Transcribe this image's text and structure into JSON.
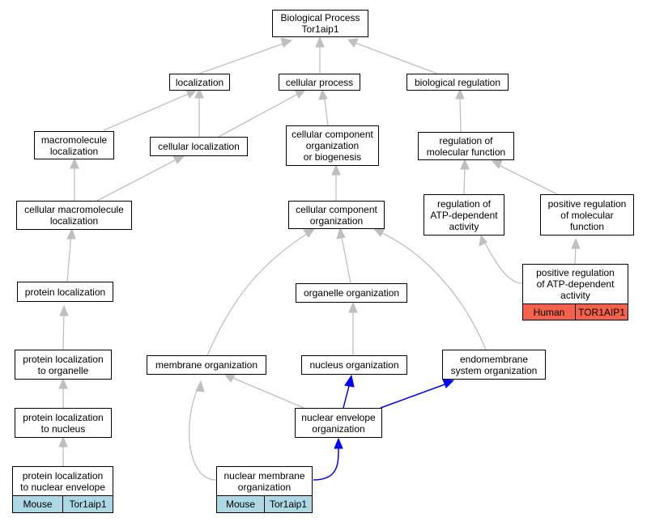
{
  "colors": {
    "gray_edge": "#bfbfbf",
    "blue_edge": "#0000ff",
    "mouse": "#add8e6",
    "human": "#f4624a"
  },
  "nodes": {
    "root": "Biological Process\nTor1aip1",
    "localization": "localization",
    "cellular_process": "cellular process",
    "biological_regulation": "biological regulation",
    "macromolecule_localization": "macromolecule\nlocalization",
    "cellular_localization": "cellular localization",
    "ccob": "cellular component\norganization\nor biogenesis",
    "reg_mol_func": "regulation of\nmolecular function",
    "cell_macromol_loc": "cellular macromolecule\nlocalization",
    "cc_org": "cellular component\norganization",
    "reg_atp": "regulation of\nATP-dependent\nactivity",
    "pos_reg_mol_func": "positive regulation\nof molecular\nfunction",
    "protein_loc": "protein localization",
    "organelle_org": "organelle organization",
    "pos_reg_atp": "positive regulation\nof ATP-dependent\nactivity",
    "prot_loc_organelle": "protein localization\nto organelle",
    "membrane_org": "membrane organization",
    "nucleus_org": "nucleus organization",
    "endomembrane_org": "endomembrane\nsystem organization",
    "prot_loc_nucleus": "protein localization\nto nucleus",
    "nuclear_env_org": "nuclear envelope\norganization",
    "prot_loc_nuc_env": "protein localization\nto nuclear envelope",
    "nuc_membrane_org": "nuclear membrane\norganization"
  },
  "annotations": {
    "prot_loc_nuc_env": {
      "species": "Mouse",
      "gene": "Tor1aip1"
    },
    "nuc_membrane_org": {
      "species": "Mouse",
      "gene": "Tor1aip1"
    },
    "pos_reg_atp": {
      "species": "Human",
      "gene": "TOR1AIP1"
    }
  }
}
